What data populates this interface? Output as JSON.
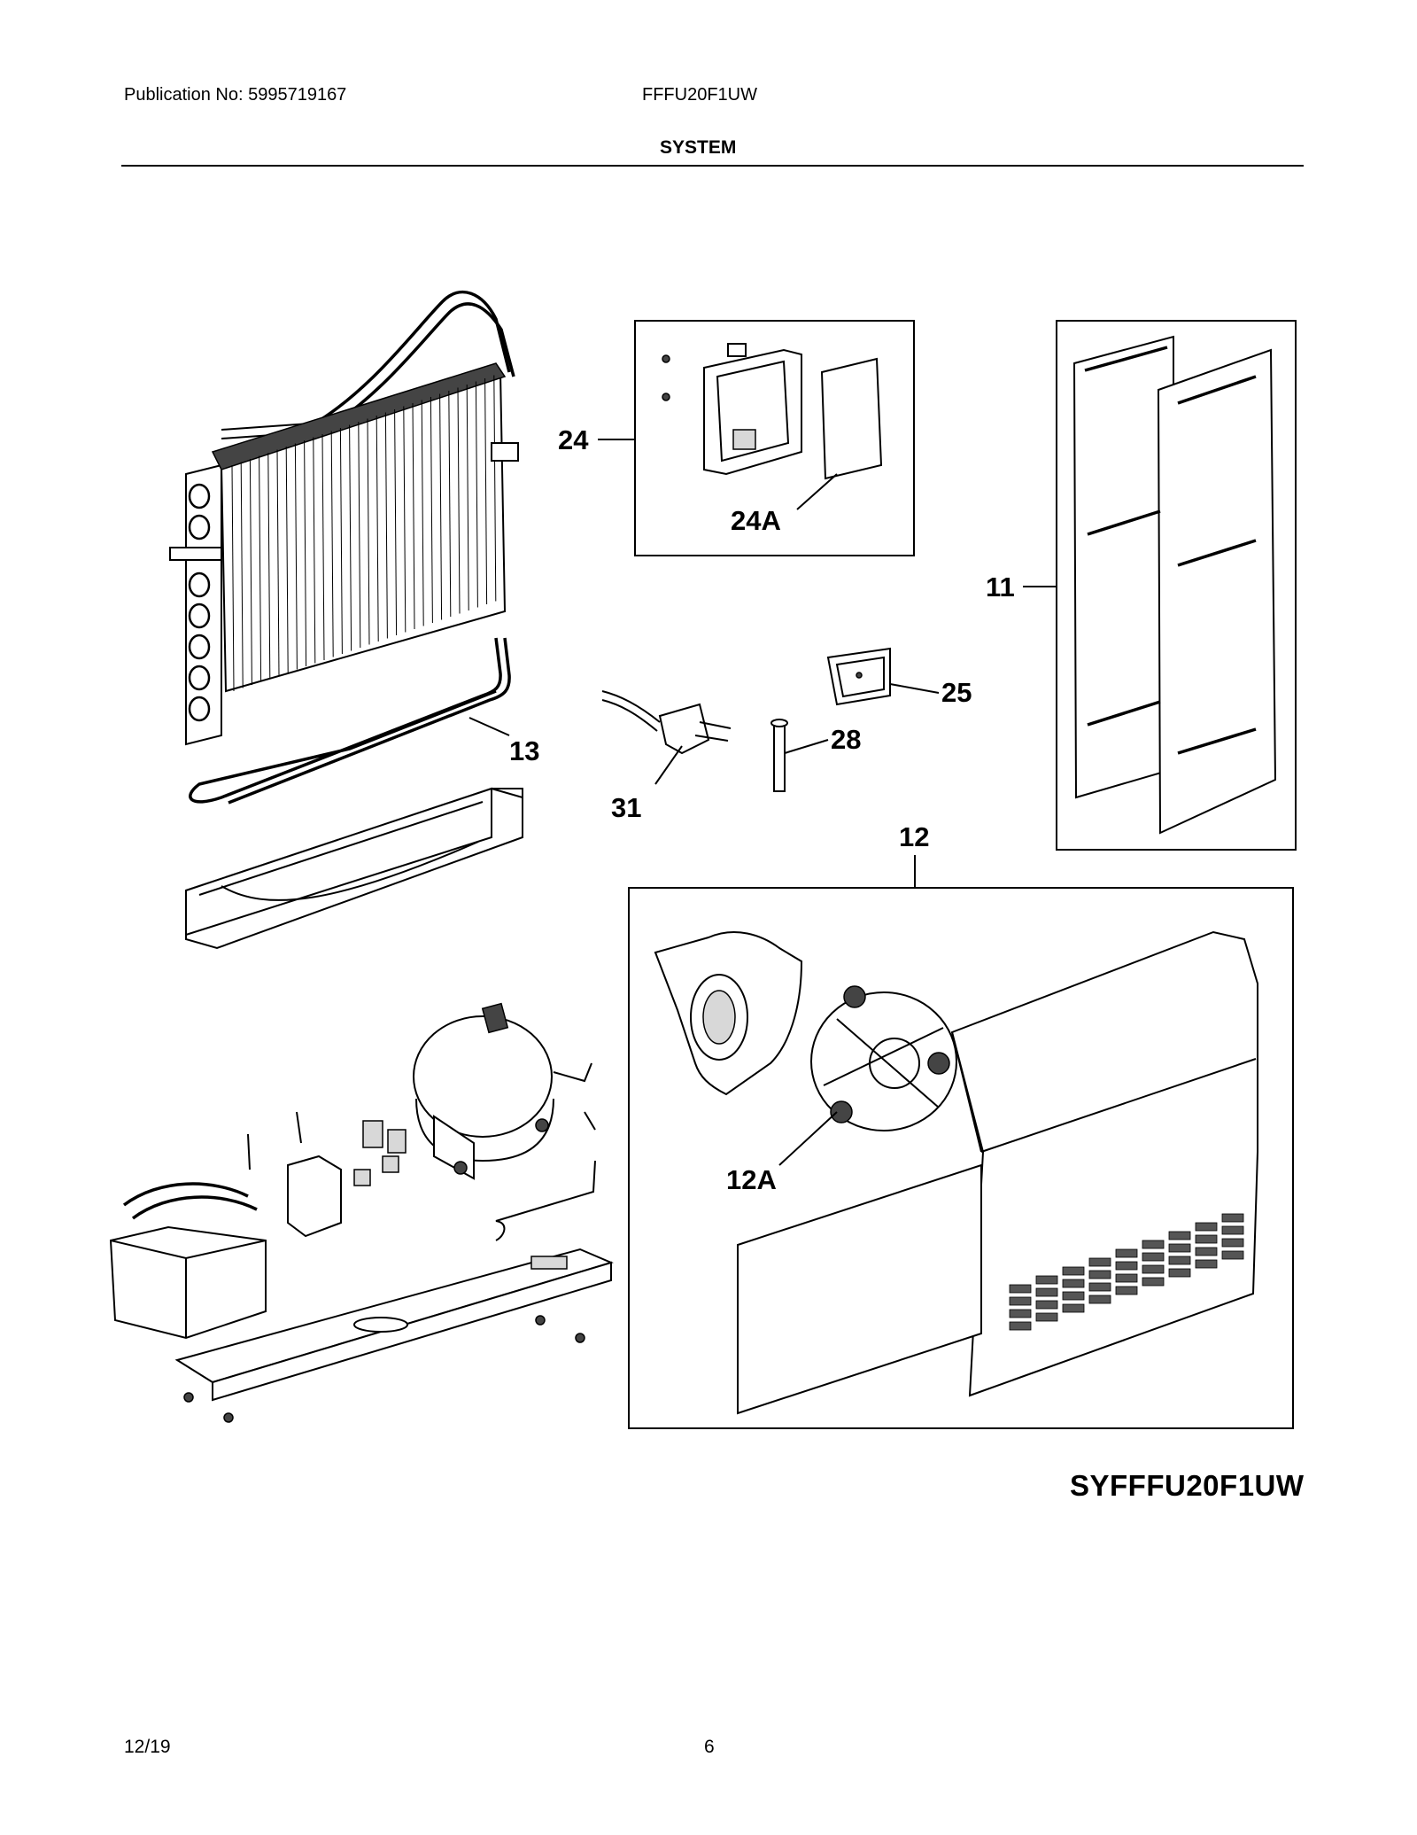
{
  "header": {
    "publication": "Publication No: 5995719167",
    "model": "FFFU20F1UW",
    "section_title": "SYSTEM"
  },
  "callouts": {
    "c24": "24",
    "c24a": "24A",
    "c11": "11",
    "c13": "13",
    "c25": "25",
    "c28": "28",
    "c31": "31",
    "c12": "12",
    "c12a": "12A"
  },
  "diagram_code": "SYFFFU20F1UW",
  "footer": {
    "date": "12/19",
    "page": "6"
  }
}
